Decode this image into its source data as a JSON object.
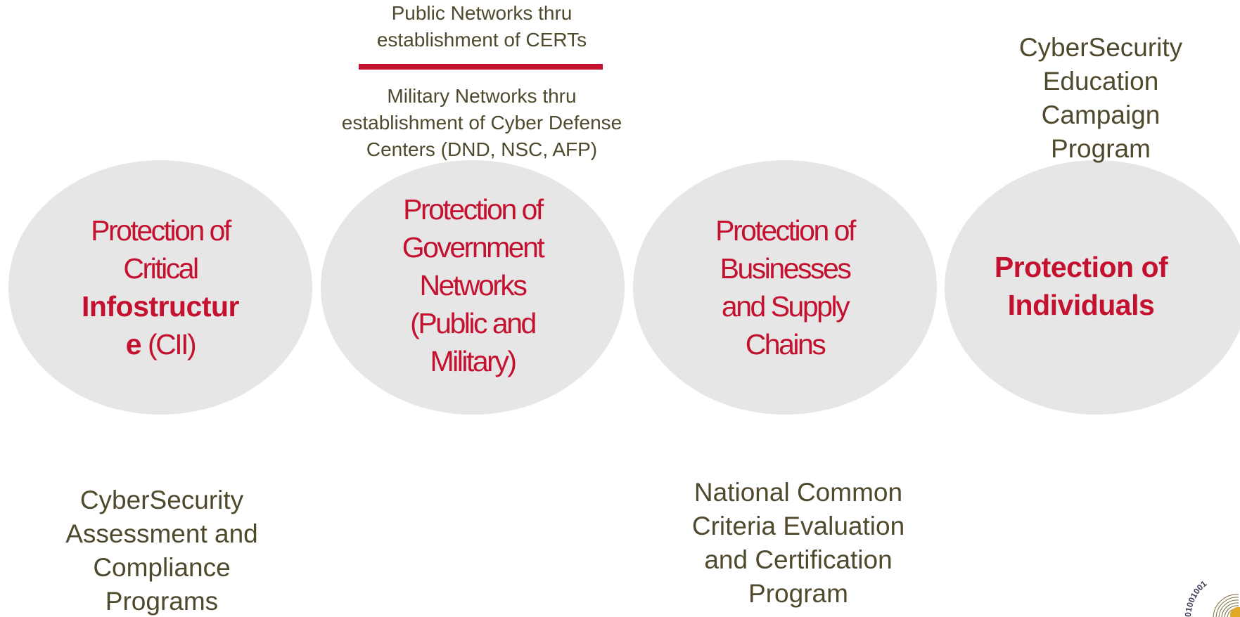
{
  "diagram": {
    "circles": [
      {
        "parts": [
          {
            "text": "Protection of"
          },
          {
            "text": "Critical"
          },
          {
            "text": "Infostructur",
            "bold": true
          },
          {
            "text": "e",
            "bold": true,
            "suffix": " (CII)"
          }
        ]
      },
      {
        "parts": [
          {
            "text": "Protection of"
          },
          {
            "text": "Government"
          },
          {
            "text": "Networks"
          },
          {
            "text": "(Public and"
          },
          {
            "text": "Military)"
          }
        ]
      },
      {
        "parts": [
          {
            "text": "Protection of"
          },
          {
            "text": "Businesses"
          },
          {
            "text": "and Supply"
          },
          {
            "text": "Chains"
          }
        ]
      },
      {
        "parts": [
          {
            "text": "Protection of"
          },
          {
            "text": "Individuals"
          }
        ]
      }
    ],
    "notes": {
      "public_networks": [
        "Public Networks thru",
        "establishment of CERTs"
      ],
      "military_networks": [
        "Military Networks thru",
        "establishment of Cyber Defense",
        "Centers (DND, NSC, AFP)"
      ],
      "education": [
        "CyberSecurity",
        "Education",
        "Campaign",
        "Program"
      ],
      "assessment": [
        "CyberSecurity",
        "Assessment and",
        "Compliance",
        "Programs"
      ],
      "common_criteria": [
        "National Common",
        "Criteria Evaluation",
        "and Certification",
        "Program"
      ]
    },
    "logo_text": "01001001",
    "colors": {
      "circle_fill": "#e6e6e6",
      "circle_text": "#c4112f",
      "note_text": "#4f4a2e",
      "accent_bar": "#c4112f"
    }
  }
}
